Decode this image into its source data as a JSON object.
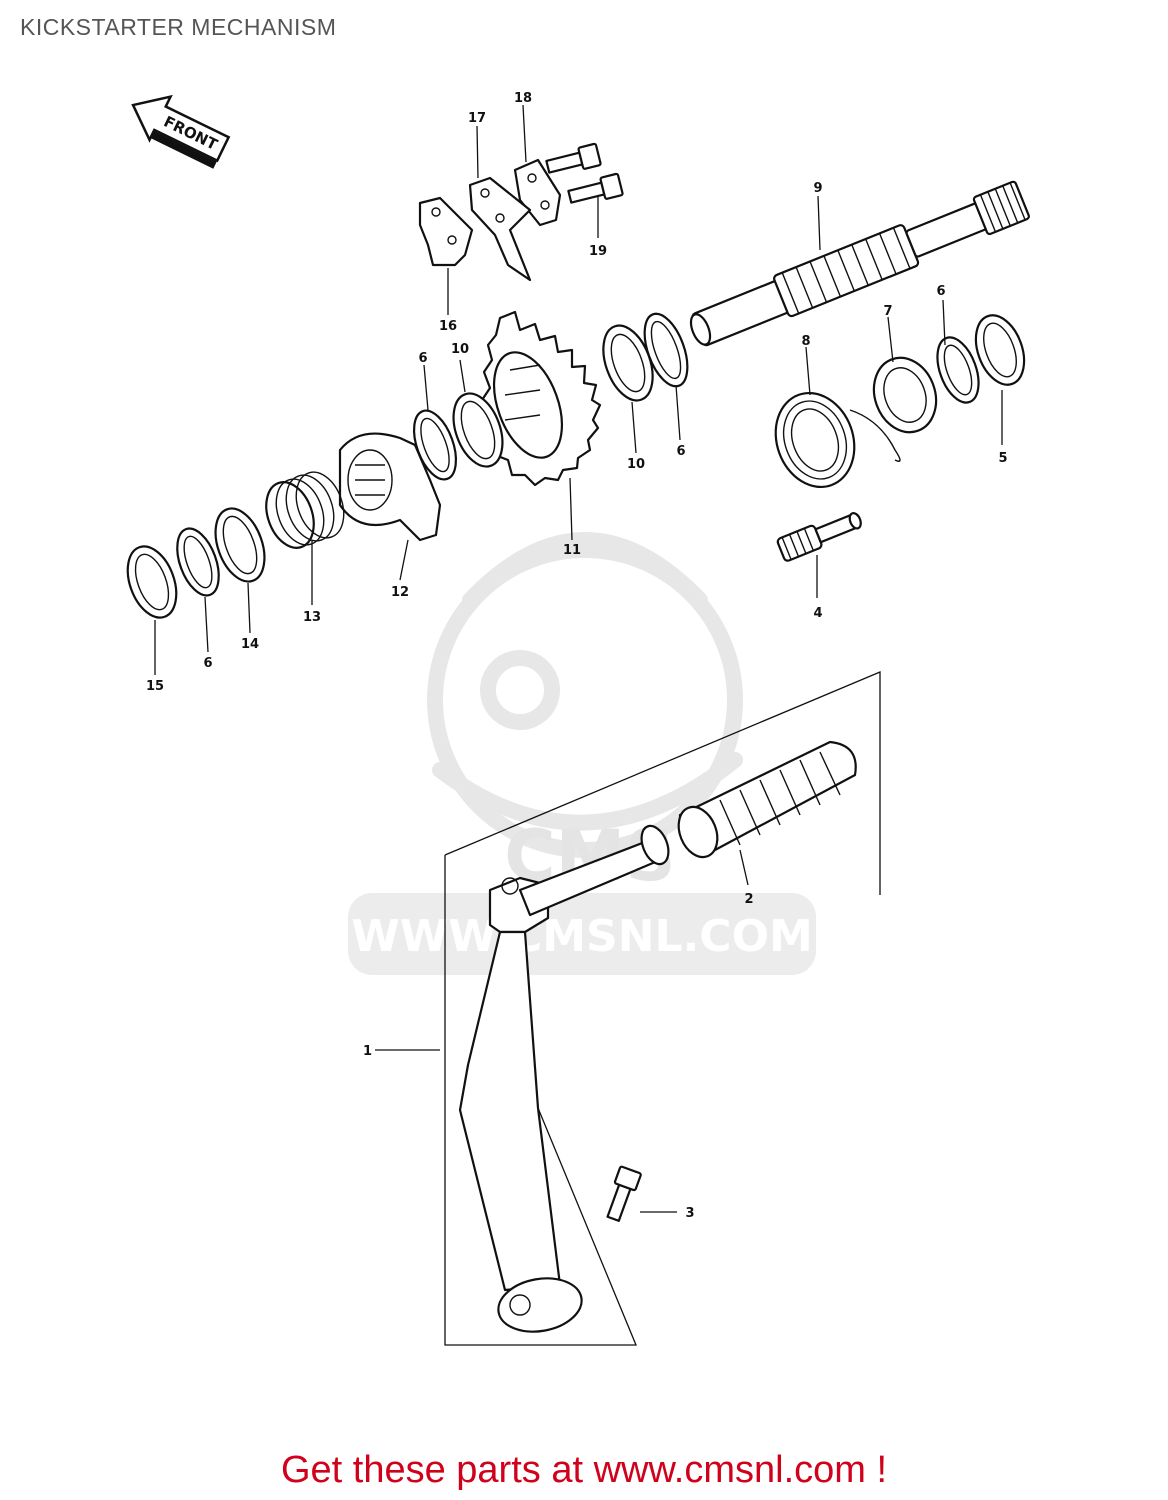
{
  "title": "KICKSTARTER MECHANISM",
  "direction_label": "FRONT",
  "watermark_text": "WWW.CMSNL.COM",
  "watermark_logo_text": "CMS",
  "cta_text": "Get these parts at www.cmsnl.com !",
  "cta_color": "#d0021b",
  "callouts": {
    "c1": "1",
    "c2": "2",
    "c3": "3",
    "c4": "4",
    "c5": "5",
    "c6a": "6",
    "c6b": "6",
    "c6c": "6",
    "c6d": "6",
    "c7": "7",
    "c8": "8",
    "c9": "9",
    "c10a": "10",
    "c10b": "10",
    "c11": "11",
    "c12": "12",
    "c13": "13",
    "c14": "14",
    "c15": "15",
    "c16": "16",
    "c17": "17",
    "c18": "18",
    "c19": "19"
  }
}
